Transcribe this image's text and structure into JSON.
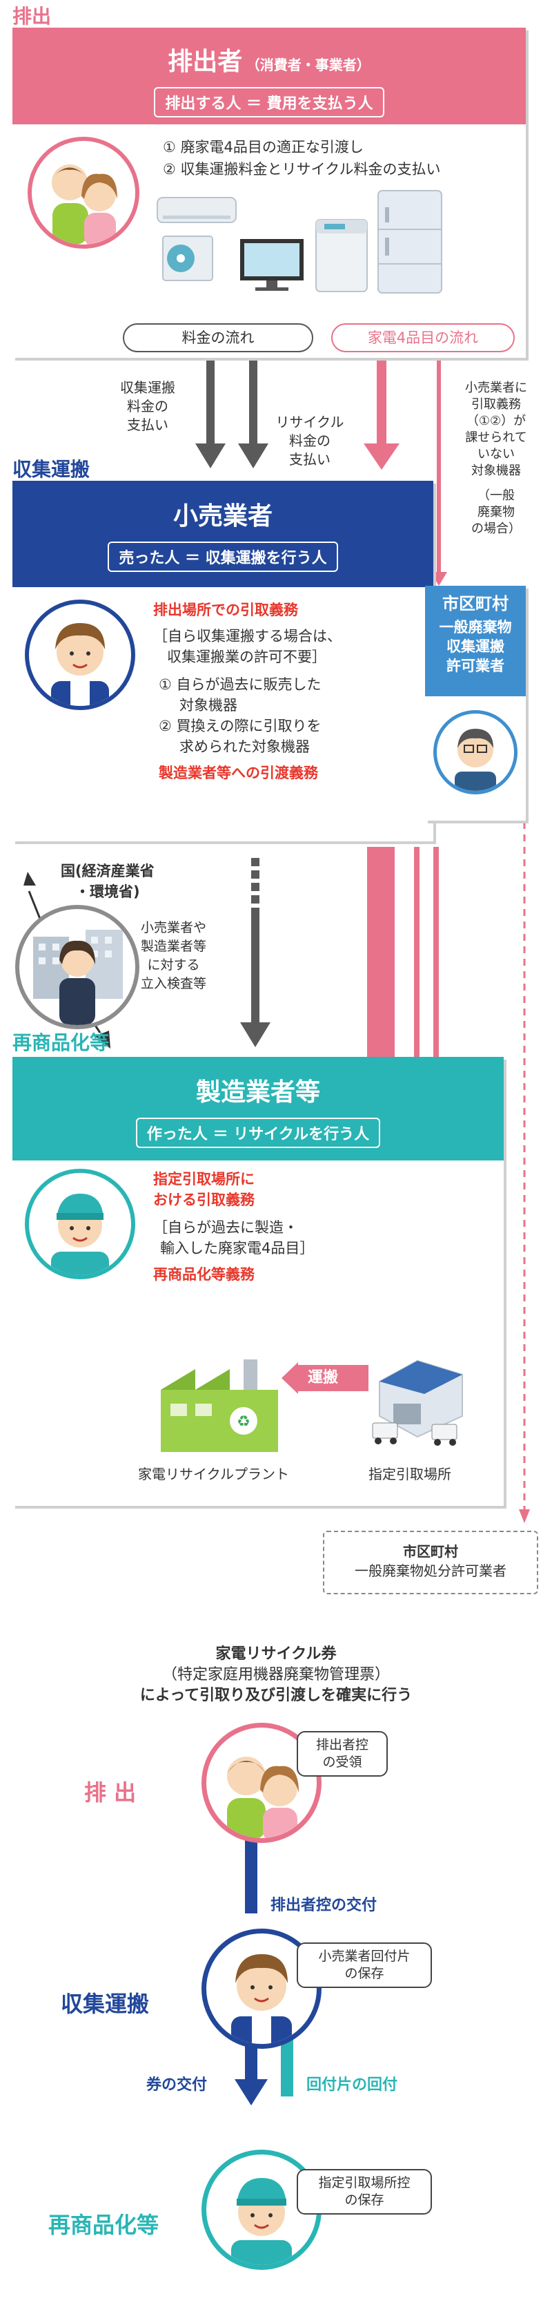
{
  "sections": {
    "haishutsu": "排出",
    "shushu": "収集運搬",
    "saishohin": "再商品化等"
  },
  "discharger": {
    "title": "排出者",
    "subtitle": "（消費者・事業者）",
    "role": "排出する人 ＝ 費用を支払う人",
    "duties": [
      "① 廃家電4品目の適正な引渡し",
      "② 収集運搬料金とリサイクル料金の支払い"
    ]
  },
  "flow_labels": {
    "fee_flow": "料金の流れ",
    "item_flow": "家電4品目の流れ",
    "collection_payment": [
      "収集運搬",
      "料金の",
      "支払い"
    ],
    "recycle_payment": [
      "リサイクル",
      "料金の",
      "支払い"
    ],
    "municipal_note": [
      "小売業者に",
      "引取義務",
      "（①②）が",
      "課せられて",
      "いない",
      "対象機器",
      "",
      "（一般",
      "廃棄物",
      "の場合）"
    ]
  },
  "retailer": {
    "title": "小売業者",
    "role": "売った人 ＝ 収集運搬を行う人",
    "duty1": "排出場所での引取義務",
    "note": [
      "［自ら収集運搬する場合は、",
      "収集運搬業の許可不要］"
    ],
    "items": [
      "① 自らが過去に販売した",
      "対象機器",
      "② 買換えの際に引取りを",
      "求められた対象機器"
    ],
    "duty2": "製造業者等への引渡義務"
  },
  "municipal": {
    "title": "市区町村",
    "sub": [
      "一般廃棄物",
      "収集運搬",
      "許可業者"
    ]
  },
  "government": {
    "title": [
      "国(経済産業省",
      "・環境省)"
    ],
    "note": [
      "小売業者や",
      "製造業者等",
      "に対する",
      "立入検査等"
    ]
  },
  "manufacturer": {
    "title": "製造業者等",
    "role": "作った人 ＝ リサイクルを行う人",
    "duty1": [
      "指定引取場所に",
      "おける引取義務"
    ],
    "note": [
      "［自らが過去に製造・",
      "輸入した廃家電4品目］"
    ],
    "duty2": "再商品化等義務",
    "transport": "運搬",
    "plant": "家電リサイクルプラント",
    "site": "指定引取場所"
  },
  "disposal": [
    "市区町村",
    "一般廃棄物処分許可業者"
  ],
  "ticket": {
    "heading": [
      "家電リサイクル券",
      "（特定家庭用機器廃棄物管理票）",
      "によって引取り及び引渡しを確実に行う"
    ],
    "discharge_label": "排 出",
    "collect_label": "収集運搬",
    "recycle_label": "再商品化等",
    "bubble_discharger": [
      "排出者控",
      "の受領"
    ],
    "bubble_retailer": [
      "小売業者回付片",
      "の保存"
    ],
    "bubble_site": [
      "指定引取場所控",
      "の保存"
    ],
    "arrow_issue_discharger": "排出者控の交付",
    "arrow_ticket": "券の交付",
    "arrow_return": "回付片の回付"
  },
  "colors": {
    "pink": "#e8728a",
    "blue": "#22479a",
    "teal": "#29b5b5",
    "red": "#e8372c",
    "gray": "#5a5a5a",
    "light_blue": "#3f8fcf"
  }
}
